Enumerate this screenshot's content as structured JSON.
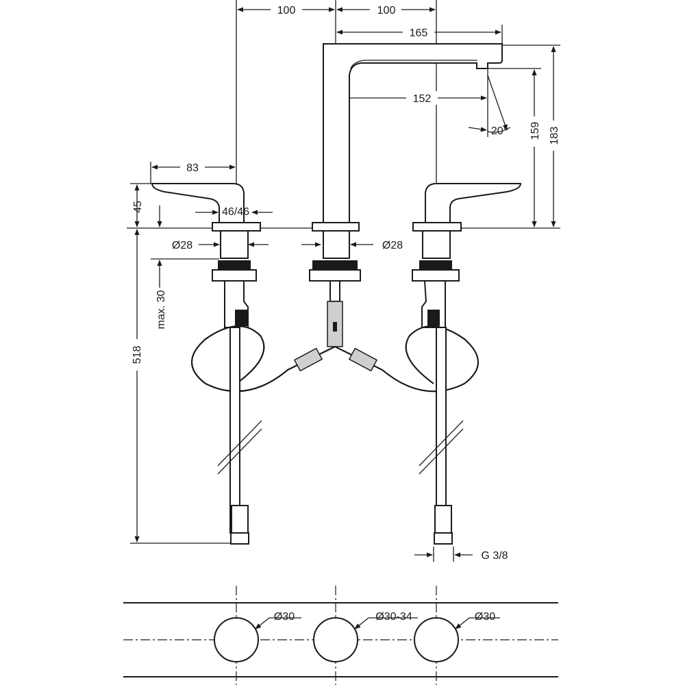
{
  "dimensions": {
    "left_to_center": "100",
    "center_to_right": "100",
    "spout_reach": "165",
    "aerator_reach": "152",
    "handle_length": "83",
    "handle_height": "45",
    "handle_clearance": "46/46",
    "left_diameter": "Ø28",
    "right_diameter": "Ø28",
    "max_thickness": "max. 30",
    "total_length": "518",
    "flow_angle": "20°",
    "aerator_height": "159",
    "spout_height": "183",
    "thread": "G 3/8"
  },
  "holes": {
    "left": "Ø30",
    "center": "Ø30-34",
    "right": "Ø30"
  }
}
